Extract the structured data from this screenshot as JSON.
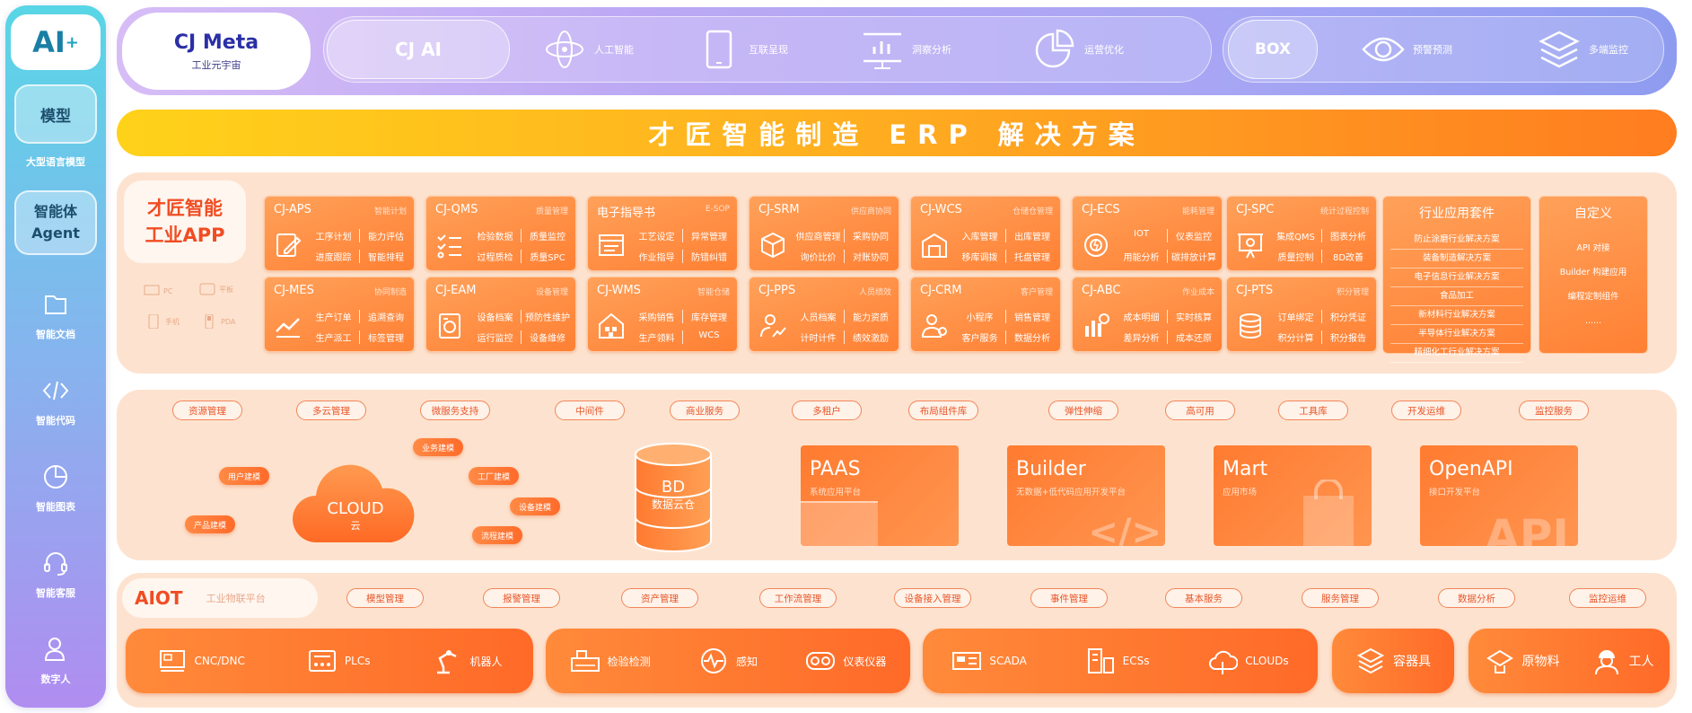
{
  "left": {
    "logo": "AI",
    "logo_plus": "+",
    "model_box": "模型",
    "model_caption": "大型语言模型",
    "agent_line1": "智能体",
    "agent_line2": "Agent",
    "nav": [
      {
        "label": "智能文档",
        "icon": "folder-icon"
      },
      {
        "label": "智能代码",
        "icon": "code-icon"
      },
      {
        "label": "智能图表",
        "icon": "pie-chart-icon"
      },
      {
        "label": "智能客服",
        "icon": "headset-icon"
      },
      {
        "label": "数字人",
        "icon": "person-icon"
      }
    ]
  },
  "top": {
    "meta_title": "CJ Meta",
    "meta_sub": "工业元宇宙",
    "cjai": "CJ AI",
    "box": "BOX",
    "icons": [
      {
        "label": "人工智能",
        "icon": "atom-icon"
      },
      {
        "label": "互联呈现",
        "icon": "tablet-icon"
      },
      {
        "label": "洞察分析",
        "icon": "chart-board-icon"
      },
      {
        "label": "运营优化",
        "icon": "pie-icon"
      },
      {
        "label": "预警预测",
        "icon": "eye-icon"
      },
      {
        "label": "多端监控",
        "icon": "layers-icon"
      }
    ]
  },
  "banner": "才匠智能制造 ERP 解决方案",
  "apps": {
    "title_line1": "才匠智能",
    "title_line2": "工业APP",
    "devices": [
      "PC",
      "平板",
      "手机",
      "PDA"
    ],
    "modules": [
      {
        "title": "CJ-APS",
        "sub": "智能计划",
        "icon": "plan-icon",
        "items": [
          "工序计划",
          "能力评估",
          "进度跟踪",
          "智能排程"
        ]
      },
      {
        "title": "CJ-QMS",
        "sub": "质量管理",
        "icon": "checklist-icon",
        "items": [
          "检验数据",
          "质量监控",
          "过程质检",
          "质量SPC"
        ]
      },
      {
        "title": "电子指导书",
        "sub": "E-SOP",
        "icon": "document-icon",
        "items": [
          "工艺设定",
          "异常管理",
          "作业指导",
          "防错纠错"
        ]
      },
      {
        "title": "CJ-SRM",
        "sub": "供应商协同",
        "icon": "box-icon",
        "items": [
          "供应商管理",
          "采购协同",
          "询价比价",
          "对账协同"
        ]
      },
      {
        "title": "CJ-WCS",
        "sub": "仓储仓管理",
        "icon": "warehouse-icon",
        "items": [
          "入库管理",
          "出库管理",
          "移库调拨",
          "托盘管理"
        ]
      },
      {
        "title": "CJ-ECS",
        "sub": "能耗管理",
        "icon": "energy-icon",
        "items": [
          "IOT",
          "仪表监控",
          "用能分析",
          "碳排放计算"
        ]
      },
      {
        "title": "CJ-SPC",
        "sub": "统计过程控制",
        "icon": "presentation-icon",
        "items": [
          "集成QMS",
          "图表分析",
          "质量控制",
          "8D改善"
        ]
      },
      {
        "title": "CJ-MES",
        "sub": "协同制造",
        "icon": "trend-icon",
        "items": [
          "生产订单",
          "追溯查询",
          "生产派工",
          "标签管理"
        ]
      },
      {
        "title": "CJ-EAM",
        "sub": "设备管理",
        "icon": "machine-icon",
        "items": [
          "设备档案",
          "预防性维护",
          "运行监控",
          "设备维修"
        ]
      },
      {
        "title": "CJ-WMS",
        "sub": "智能仓储",
        "icon": "house-icon",
        "items": [
          "采购销售",
          "库存管理",
          "生产领料",
          "WCS"
        ]
      },
      {
        "title": "CJ-PPS",
        "sub": "人员绩效",
        "icon": "user-trend-icon",
        "items": [
          "人员档案",
          "能力资质",
          "计时计件",
          "绩效激励"
        ]
      },
      {
        "title": "CJ-CRM",
        "sub": "客户管理",
        "icon": "customer-icon",
        "items": [
          "小程序",
          "销售管理",
          "客户服务",
          "数据分析"
        ]
      },
      {
        "title": "CJ-ABC",
        "sub": "作业成本",
        "icon": "cost-icon",
        "items": [
          "成本明细",
          "实时核算",
          "差异分析",
          "成本还原"
        ]
      },
      {
        "title": "CJ-PTS",
        "sub": "积分管理",
        "icon": "coins-icon",
        "items": [
          "订单绑定",
          "积分凭证",
          "积分计算",
          "积分报告"
        ]
      }
    ],
    "industry": {
      "title": "行业应用套件",
      "items": [
        "防止涂磨行业解决方案",
        "装备制造解决方案",
        "电子信息行业解决方案",
        "食品加工",
        "新材料行业解决方案",
        "半导体行业解决方案",
        "精细化工行业解决方案"
      ]
    },
    "custom": {
      "title": "自定义",
      "items": [
        "API 对接",
        "Builder 构建应用",
        "编程定制组件",
        "......"
      ]
    }
  },
  "platform": {
    "tags": [
      "资源管理",
      "多云管理",
      "微服务支持",
      "中间件",
      "商业服务",
      "多租户",
      "布局组件库",
      "弹性伸缩",
      "高可用",
      "工具库",
      "开发运维",
      "监控服务"
    ],
    "cloud_title": "CLOUD",
    "cloud_sub": "云",
    "chips": [
      "业务建模",
      "用户建模",
      "工厂建模",
      "设备建模",
      "产品建模",
      "流程建模"
    ],
    "bd_title": "BD",
    "bd_sub": "数据云仓",
    "platforms": [
      {
        "title": "PAAS",
        "sub": "系统应用平台",
        "deco": ""
      },
      {
        "title": "Builder",
        "sub": "无数据+低代码应用开发平台",
        "deco": "</>"
      },
      {
        "title": "Mart",
        "sub": "应用市场",
        "deco": ""
      },
      {
        "title": "OpenAPI",
        "sub": "接口开发平台",
        "deco": "API"
      }
    ]
  },
  "aiot": {
    "title": "AIOT",
    "sub": "工业物联平台",
    "tags": [
      "模型管理",
      "报警管理",
      "资产管理",
      "工作流管理",
      "设备接入管理",
      "事件管理",
      "基本服务",
      "服务管理",
      "数据分析",
      "监控运维"
    ],
    "groups": [
      [
        {
          "label": "CNC/DNC",
          "icon": "cnc-icon"
        },
        {
          "label": "PLCs",
          "icon": "plc-icon"
        },
        {
          "label": "机器人",
          "icon": "robot-arm-icon"
        }
      ],
      [
        {
          "label": "检验检测",
          "icon": "inspection-icon"
        },
        {
          "label": "感知",
          "icon": "wave-icon"
        },
        {
          "label": "仪表仪器",
          "icon": "gauge-icon"
        }
      ],
      [
        {
          "label": "SCADA",
          "icon": "scada-icon"
        },
        {
          "label": "ECSs",
          "icon": "ecs-icon"
        },
        {
          "label": "CLOUDs",
          "icon": "cloud-icon"
        }
      ],
      [
        {
          "label": "容器具",
          "icon": "container-icon"
        }
      ],
      [
        {
          "label": "原物料",
          "icon": "material-icon"
        },
        {
          "label": "工人",
          "icon": "worker-icon"
        }
      ]
    ]
  }
}
